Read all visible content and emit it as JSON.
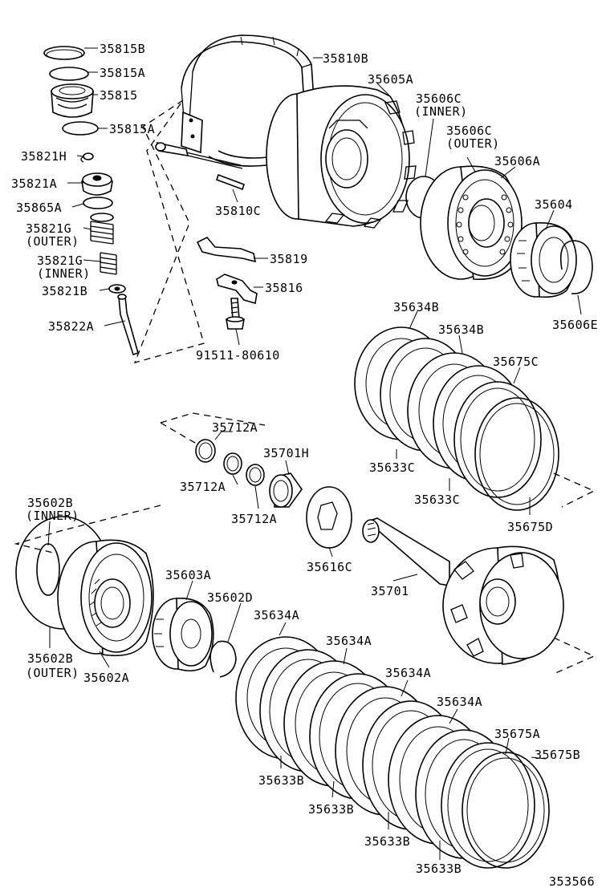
{
  "diagram_id": "353566",
  "labels": [
    {
      "key": "p35815B",
      "text": "35815B"
    },
    {
      "key": "p35815A_top",
      "text": "35815A"
    },
    {
      "key": "p35815",
      "text": "35815"
    },
    {
      "key": "p35815A_bot",
      "text": "35815A"
    },
    {
      "key": "p35821H",
      "text": "35821H"
    },
    {
      "key": "p35821A",
      "text": "35821A"
    },
    {
      "key": "p35865A",
      "text": "35865A"
    },
    {
      "key": "p35821G_outer",
      "text": "35821G"
    },
    {
      "key": "outer1",
      "text": "(OUTER)"
    },
    {
      "key": "p35821G_inner",
      "text": "35821G"
    },
    {
      "key": "inner1",
      "text": "(INNER)"
    },
    {
      "key": "p35821B",
      "text": "35821B"
    },
    {
      "key": "p35822A",
      "text": "35822A"
    },
    {
      "key": "p35810B",
      "text": "35810B"
    },
    {
      "key": "p35810C",
      "text": "35810C"
    },
    {
      "key": "p35819",
      "text": "35819"
    },
    {
      "key": "p35816",
      "text": "35816"
    },
    {
      "key": "p91511",
      "text": "91511-80610"
    },
    {
      "key": "p35605A",
      "text": "35605A"
    },
    {
      "key": "p35606C_inner",
      "text": "35606C"
    },
    {
      "key": "inner2",
      "text": "(INNER)"
    },
    {
      "key": "p35606C_outer",
      "text": "35606C"
    },
    {
      "key": "outer2",
      "text": "(OUTER)"
    },
    {
      "key": "p35606A",
      "text": "35606A"
    },
    {
      "key": "p35604",
      "text": "35604"
    },
    {
      "key": "p35606E",
      "text": "35606E"
    },
    {
      "key": "p35634B_1",
      "text": "35634B"
    },
    {
      "key": "p35634B_2",
      "text": "35634B"
    },
    {
      "key": "p35675C",
      "text": "35675C"
    },
    {
      "key": "p35633C_1",
      "text": "35633C"
    },
    {
      "key": "p35633C_2",
      "text": "35633C"
    },
    {
      "key": "p35675D",
      "text": "35675D"
    },
    {
      "key": "p35712A_1",
      "text": "35712A"
    },
    {
      "key": "p35701H",
      "text": "35701H"
    },
    {
      "key": "p35712A_2",
      "text": "35712A"
    },
    {
      "key": "p35712A_3",
      "text": "35712A"
    },
    {
      "key": "p35616C",
      "text": "35616C"
    },
    {
      "key": "p35701",
      "text": "35701"
    },
    {
      "key": "p35602B_inner",
      "text": "35602B"
    },
    {
      "key": "inner3",
      "text": "(INNER)"
    },
    {
      "key": "p35602B_outer",
      "text": "35602B"
    },
    {
      "key": "outer3",
      "text": "(OUTER)"
    },
    {
      "key": "p35602A",
      "text": "35602A"
    },
    {
      "key": "p35603A",
      "text": "35603A"
    },
    {
      "key": "p35602D",
      "text": "35602D"
    },
    {
      "key": "p35634A_1",
      "text": "35634A"
    },
    {
      "key": "p35634A_2",
      "text": "35634A"
    },
    {
      "key": "p35634A_3",
      "text": "35634A"
    },
    {
      "key": "p35634A_4",
      "text": "35634A"
    },
    {
      "key": "p35675A",
      "text": "35675A"
    },
    {
      "key": "p35675B",
      "text": "35675B"
    },
    {
      "key": "p35633B_1",
      "text": "35633B"
    },
    {
      "key": "p35633B_2",
      "text": "35633B"
    },
    {
      "key": "p35633B_3",
      "text": "35633B"
    },
    {
      "key": "p35633B_4",
      "text": "35633B"
    }
  ]
}
